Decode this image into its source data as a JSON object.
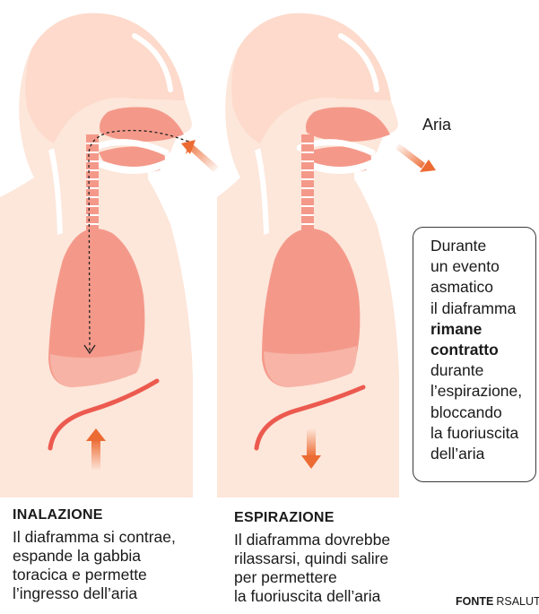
{
  "left_panel": {
    "title": "INALAZIONE",
    "lines": [
      "Il diaframma si contrae,",
      "espande la gabbia",
      "toracica e permette",
      "l’ingresso dell’aria"
    ]
  },
  "right_panel": {
    "title": "ESPIRAZIONE",
    "lines": [
      "Il diaframma dovrebbe",
      "rilassarsi, quindi salire",
      "per permettere",
      "la fuoriuscita dell’aria"
    ],
    "air_label": "Aria"
  },
  "callout": {
    "lines": [
      {
        "text": "Durante",
        "bold": false
      },
      {
        "text": "un evento",
        "bold": false
      },
      {
        "text": "asmatico",
        "bold": false
      },
      {
        "text": "il diaframma",
        "bold": false
      },
      {
        "text": "rimane",
        "bold": true
      },
      {
        "text": "contratto",
        "bold": true
      },
      {
        "text": "durante",
        "bold": false
      },
      {
        "text": "l’espirazione,",
        "bold": false
      },
      {
        "text": "bloccando",
        "bold": false
      },
      {
        "text": "la fuoriuscita",
        "bold": false
      },
      {
        "text": "dell’aria",
        "bold": false
      }
    ]
  },
  "source": {
    "label": "FONTE",
    "value": "RSALUT"
  },
  "colors": {
    "body": "#fde6da",
    "head_light": "#fcdcce",
    "organ": "#f4998a",
    "organ_light": "#f7b9ab",
    "bone": "#ffffff",
    "diaphragm": "#ec5a4f",
    "arrow": "#ec6b33"
  }
}
